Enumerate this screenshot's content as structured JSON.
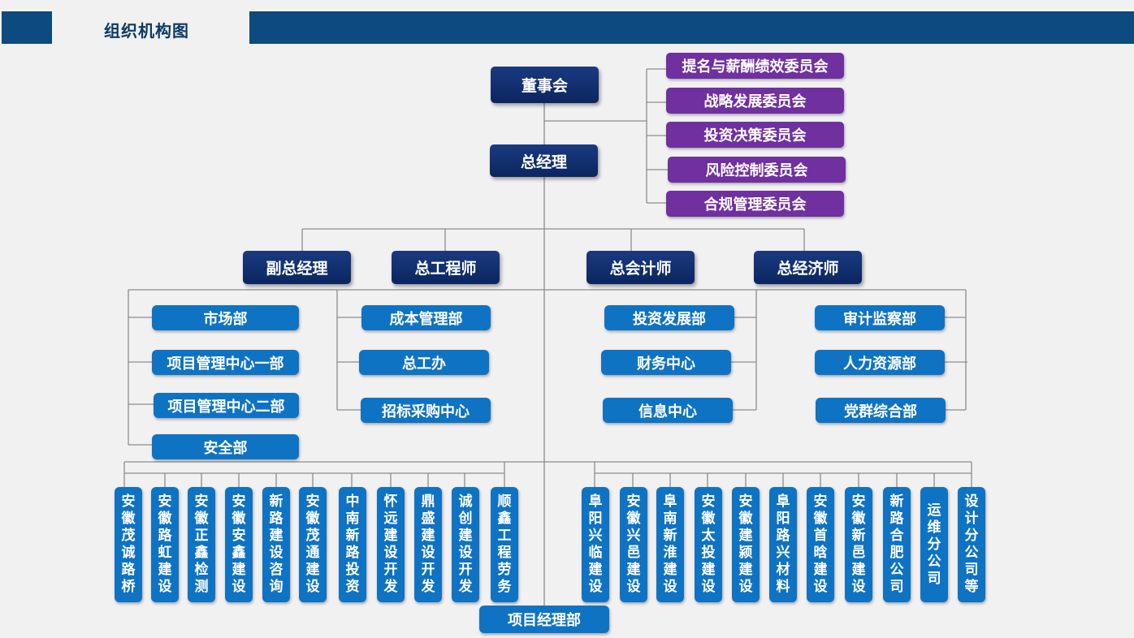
{
  "header": {
    "title": "组织机构图"
  },
  "board": "董事会",
  "committees": [
    "提名与薪酬绩效委员会",
    "战略发展委员会",
    "投资决策委员会",
    "风险控制委员会",
    "合规管理委员会"
  ],
  "general_manager": "总经理",
  "executives": {
    "deputy_gm": "副总经理",
    "chief_engineer": "总工程师",
    "chief_accountant": "总会计师",
    "chief_economist": "总经济师"
  },
  "departments": {
    "deputy_gm": [
      "市场部",
      "项目管理中心一部",
      "项目管理中心二部",
      "安全部"
    ],
    "chief_engineer": [
      "成本管理部",
      "总工办",
      "招标采购中心"
    ],
    "chief_accountant": [
      "投资发展部",
      "财务中心",
      "信息中心"
    ],
    "chief_economist": [
      "审计监察部",
      "人力资源部",
      "党群综合部"
    ]
  },
  "subsidiaries_left": [
    "安徽茂诚路桥",
    "安徽路虹建设",
    "安徽正鑫检测",
    "安徽安鑫建设",
    "新路建设咨询",
    "安徽茂通建设",
    "中南新路投资",
    "怀远建设开发",
    "鼎盛建设开发",
    "诚创建设开发",
    "顺鑫工程劳务"
  ],
  "subsidiaries_right": [
    "阜阳兴临建设",
    "安徽兴邑建设",
    "阜南新淮建设",
    "安徽太投建设",
    "安徽建颍建设",
    "阜阳路兴材料",
    "安徽首晗建设",
    "安徽新邑建设",
    "新路合肥公司",
    "运维分公司",
    "设计分公司等"
  ],
  "project_manager_dept": "项目经理部",
  "colors": {
    "header": "#0c4a7f",
    "navy": "#0b2660",
    "purple": "#7030a0",
    "blue": "#0f73c4",
    "line": "#8c8c8c"
  }
}
